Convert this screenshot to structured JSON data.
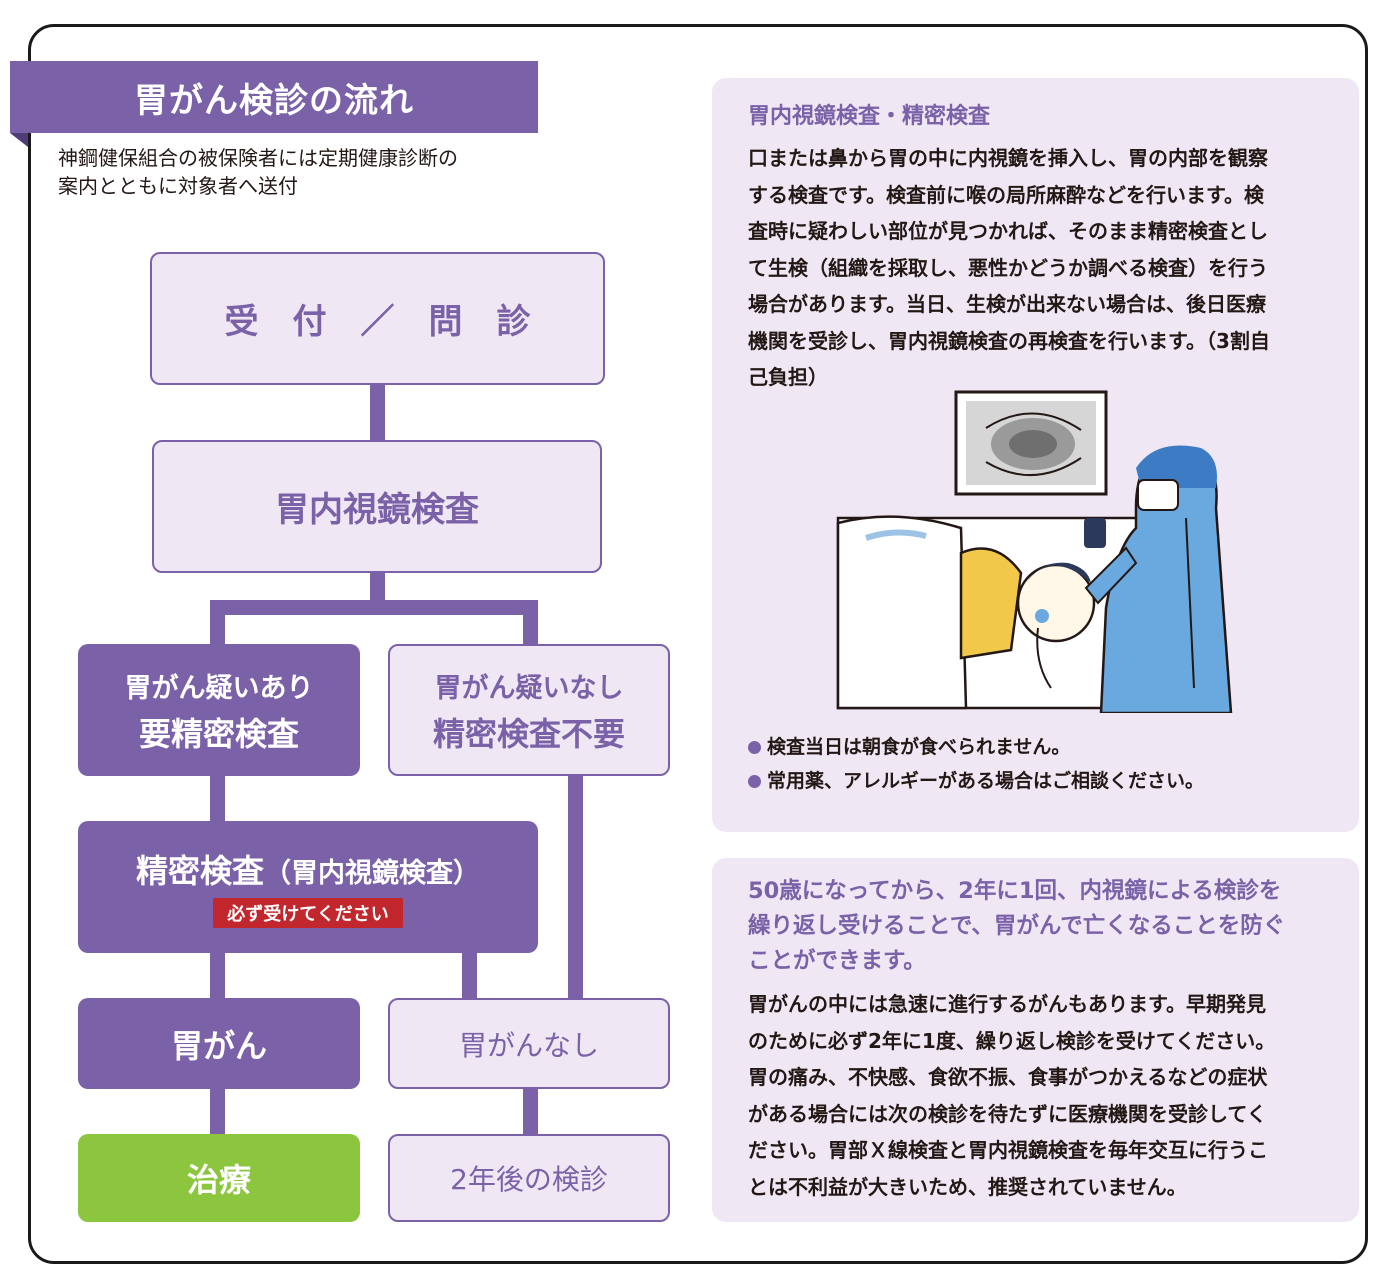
{
  "header": {
    "title": "胃がん検診の流れ",
    "subtitle_lines": [
      "神鋼健保組合の被保険者には定期健康診断の",
      "案内とともに対象者へ送付"
    ]
  },
  "flow": {
    "reception": "受　付　／　問　診",
    "endoscopy": "胃内視鏡検査",
    "suspect_yes_line1": "胃がん疑いあり",
    "suspect_yes_line2": "要精密検査",
    "suspect_no_line1": "胃がん疑いなし",
    "suspect_no_line2": "精密検査不要",
    "detailed_main": "精密検査",
    "detailed_sub": "（胃内視鏡検査）",
    "must_receive": "必ず受けてください",
    "cancer": "胃がん",
    "no_cancer": "胃がんなし",
    "treatment": "治療",
    "next_exam": "2年後の検診"
  },
  "panel1": {
    "title": "胃内視鏡検査・精密検査",
    "body_lines": [
      "口または鼻から胃の中に内視鏡を挿入し、胃の内部を観察",
      "する検査です。検査前に喉の局所麻酔などを行います。検",
      "査時に疑わしい部位が見つかれば、そのまま精密検査とし",
      "て生検（組織を採取し、悪性かどうか調べる検査）を行う",
      "場合があります。当日、生検が出来ない場合は、後日医療",
      "機関を受診し、胃内視鏡検査の再検査を行います。（3割自",
      "己負担）"
    ],
    "bullets": [
      "検査当日は朝食が食べられません。",
      "常用薬、アレルギーがある場合はご相談ください。"
    ]
  },
  "panel2": {
    "headline_lines": [
      "50歳になってから、2年に1回、内視鏡による検診を",
      "繰り返し受けることで、胃がんで亡くなることを防ぐ",
      "ことができます。"
    ],
    "body_lines": [
      "胃がんの中には急速に進行するがんもあります。早期発見",
      "のために必ず2年に1度、繰り返し検診を受けてください。",
      "胃の痛み、不快感、食欲不振、食事がつかえるなどの症状",
      "がある場合には次の検診を待たずに医療機関を受診してく",
      "ださい。胃部Ｘ線検査と胃内視鏡検査を毎年交互に行うこ",
      "とは不利益が大きいため、推奨されていません。"
    ]
  },
  "colors": {
    "purple": "#7b62a8",
    "light_purple": "#efe8f4",
    "green": "#8cc63f",
    "red": "#c1272d"
  }
}
